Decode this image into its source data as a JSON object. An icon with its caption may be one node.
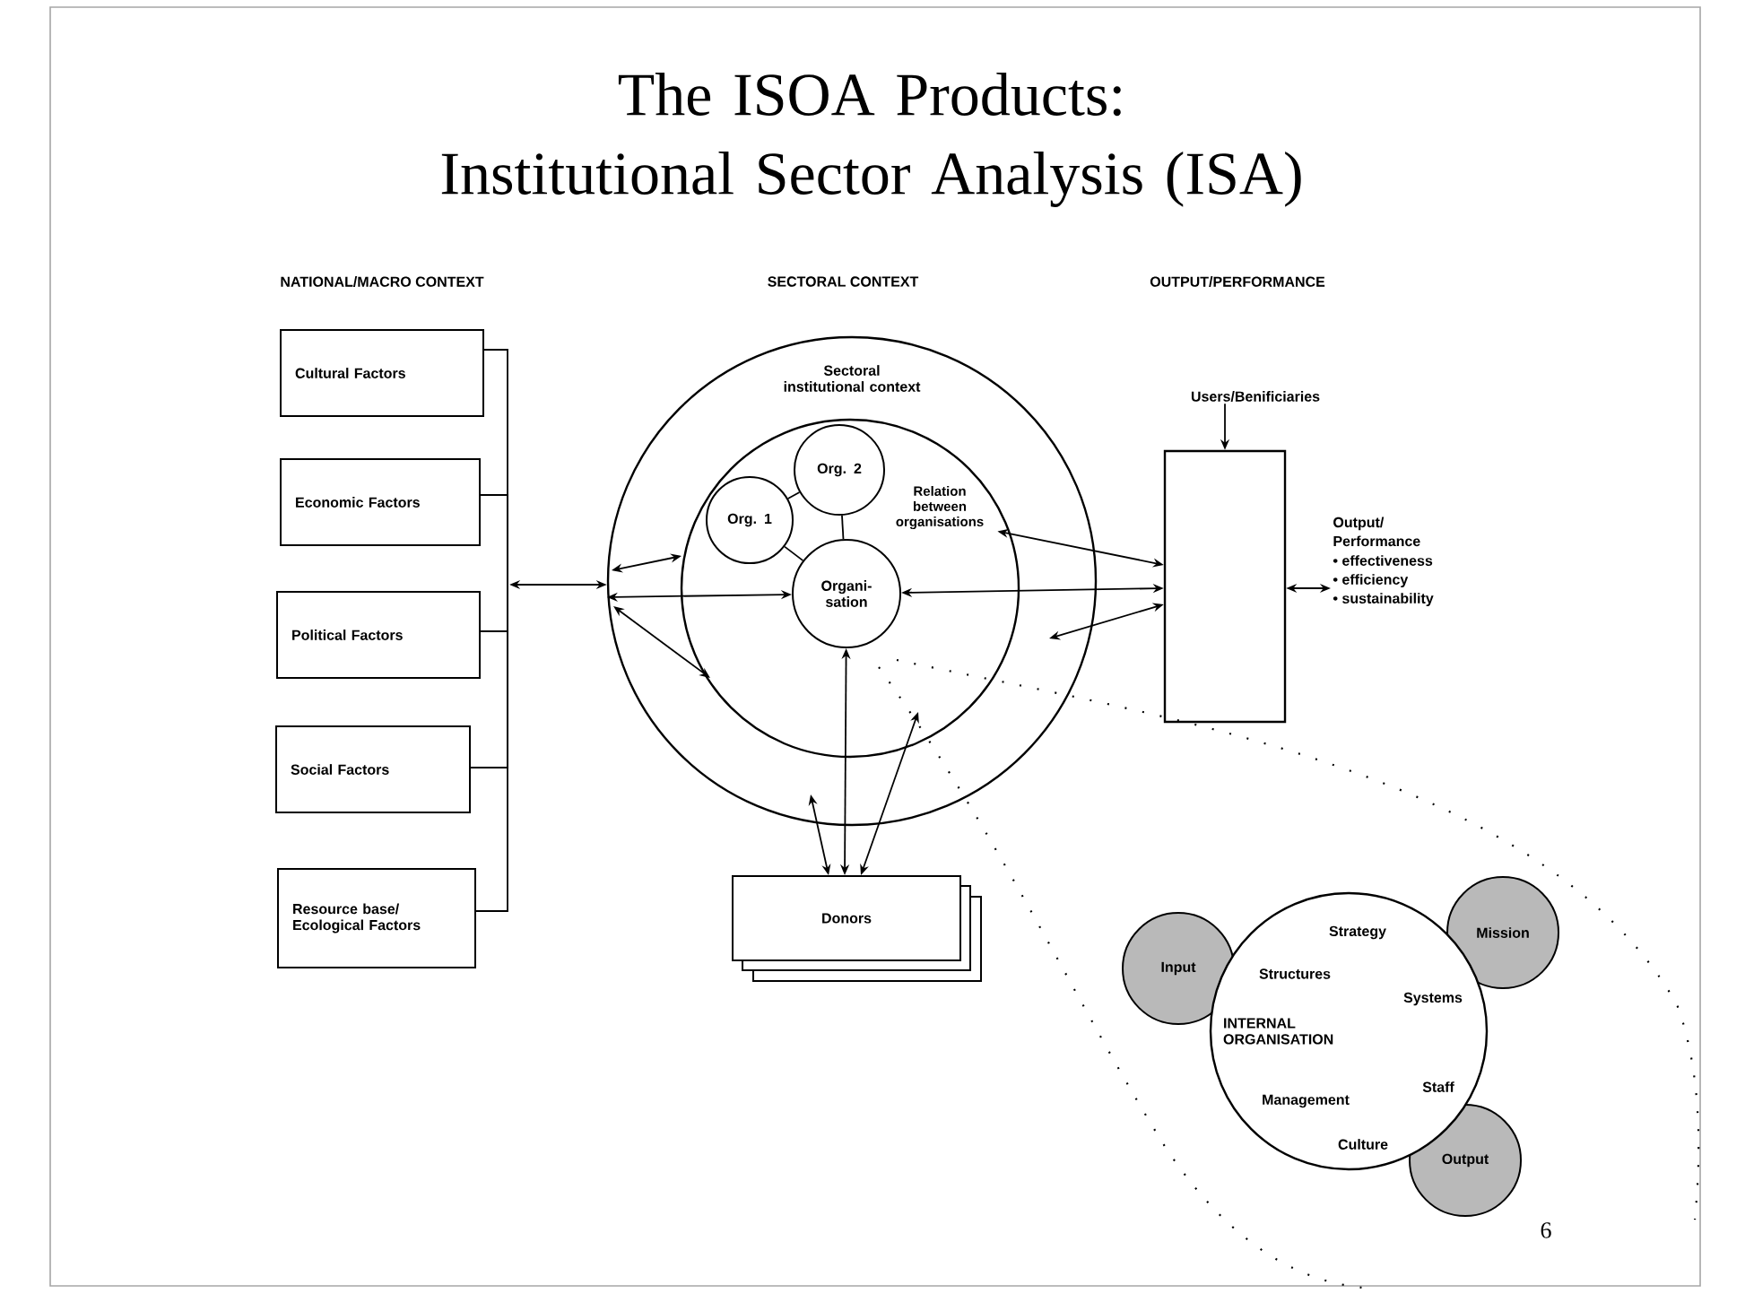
{
  "diagram": {
    "title": "The ISOA Products: Institutional Sector Analysis (ISA)",
    "nodes": [
      {
        "text": [
          "Cultural Factors"
        ]
      },
      {
        "text": [
          "Economic Factors"
        ]
      },
      {
        "text": [
          "Political Factors"
        ]
      },
      {
        "text": [
          "Social Factors"
        ]
      },
      {
        "text": [
          "Resource base/ Ecological Factors"
        ]
      },
      {
        "text": [
          "Sectoral institutional context"
        ]
      },
      {
        "text": [],
        "shape": "circle",
        "in": 5
      },
      {
        "text": [
          "Org. 2"
        ],
        "in": 6
      },
      {
        "text": [
          "Org. 1"
        ],
        "in": 6
      },
      {
        "text": [
          "Organi- sation"
        ],
        "in": 6
      },
      {
        "text": [
          "Relation between organisations"
        ],
        "in": 6
      },
      {
        "text": [],
        "shape": "box"
      },
      {
        "text": [
          "Users/Benificiaries"
        ]
      },
      {
        "text": [
          "Output/ Performance",
          "• effectiveness",
          "• efficiency",
          "• sustainability"
        ]
      },
      {
        "text": [
          "Donors"
        ]
      },
      {
        "text": [
          "Strategy",
          "Structures",
          "Systems",
          "INTERNAL ORGANISATION",
          "Staff",
          "Management",
          "Culture"
        ]
      },
      {
        "text": [
          "Input"
        ]
      },
      {
        "text": [
          "Mission"
        ]
      },
      {
        "text": [
          "Output"
        ]
      }
    ],
    "edges": [
      {
        "from": 0,
        "to": null,
        "arrow": "none"
      },
      {
        "from": 1,
        "to": null,
        "arrow": "none"
      },
      {
        "from": 2,
        "to": null,
        "arrow": "none"
      },
      {
        "from": 3,
        "to": null,
        "arrow": "none"
      },
      {
        "from": 4,
        "to": null,
        "arrow": "none"
      },
      {
        "from": null,
        "to": 5,
        "arrow": "both"
      },
      {
        "from": 5,
        "to": 6,
        "arrow": "both"
      },
      {
        "from": 5,
        "to": 9,
        "arrow": "both"
      },
      {
        "from": 5,
        "to": 6,
        "arrow": "both"
      },
      {
        "from": 11,
        "to": 10,
        "arrow": "both"
      },
      {
        "from": 11,
        "to": 9,
        "arrow": "both"
      },
      {
        "from": 11,
        "to": 5,
        "arrow": "both"
      },
      {
        "from": 12,
        "to": 11,
        "arrow": "to"
      },
      {
        "from": 11,
        "to": 13,
        "arrow": "both"
      },
      {
        "from": 14,
        "to": 5,
        "arrow": "both"
      },
      {
        "from": 14,
        "to": 9,
        "arrow": "both"
      },
      {
        "from": 14,
        "to": 6,
        "arrow": "both"
      },
      {
        "from": 7,
        "to": 8,
        "arrow": "none"
      },
      {
        "from": 7,
        "to": 9,
        "arrow": "none"
      },
      {
        "from": 8,
        "to": 9,
        "arrow": "none"
      }
    ],
    "labels": [
      "NATIONAL/MACRO CONTEXT",
      "SECTORAL CONTEXT",
      "OUTPUT/PERFORMANCE",
      "6"
    ]
  }
}
